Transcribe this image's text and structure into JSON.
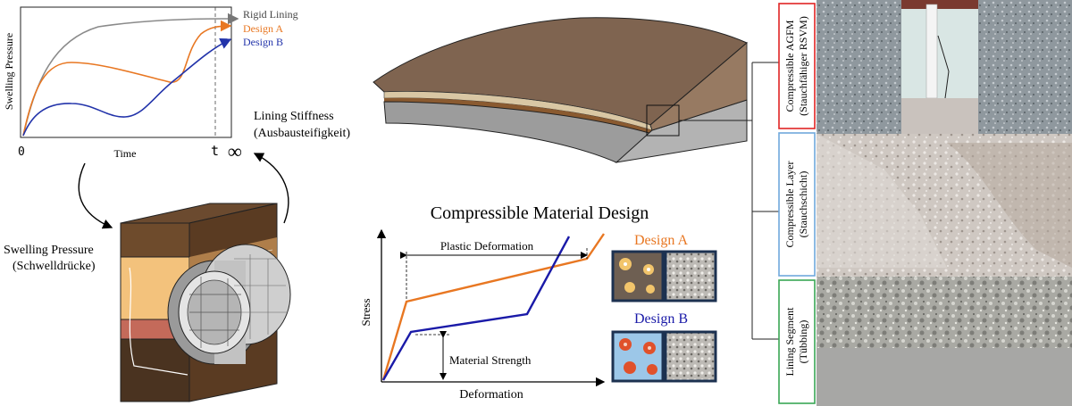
{
  "swelling_chart": {
    "y_label": "Swelling Pressure",
    "x_label": "Time",
    "x_origin": "0",
    "t_label": "t",
    "infinity_label": "∞",
    "legend": [
      {
        "label": "Rigid Lining",
        "color": "#777777"
      },
      {
        "label": "Design A",
        "color": "#e87722"
      },
      {
        "label": "Design B",
        "color": "#2233aa"
      }
    ]
  },
  "stiffness_label": {
    "line1": "Lining Stiffness",
    "line2": "(Ausbausteifigkeit)"
  },
  "swelling_pressure_label": {
    "line1": "Swelling Pressure",
    "line2": "(Schwelldrücke)"
  },
  "material_chart": {
    "title": "Compressible Material Design",
    "y_label": "Stress",
    "x_label": "Deformation",
    "plastic_label": "Plastic Deformation",
    "strength_label": "Material Strength",
    "design_a_label": "Design A",
    "design_b_label": "Design B",
    "colors": {
      "design_a": "#e87722",
      "design_b": "#1a1aa8"
    }
  },
  "photo_labels": [
    {
      "line1": "Compressible AGFM",
      "line2": "(Stauchfähiger RSVM)",
      "border": "#e02424"
    },
    {
      "line1": "Compressible Layer",
      "line2": "(Stauchschicht)",
      "border": "#6fa8dc"
    },
    {
      "line1": "Lining Segment",
      "line2": "(Tübbing)",
      "border": "#3aa655"
    }
  ]
}
